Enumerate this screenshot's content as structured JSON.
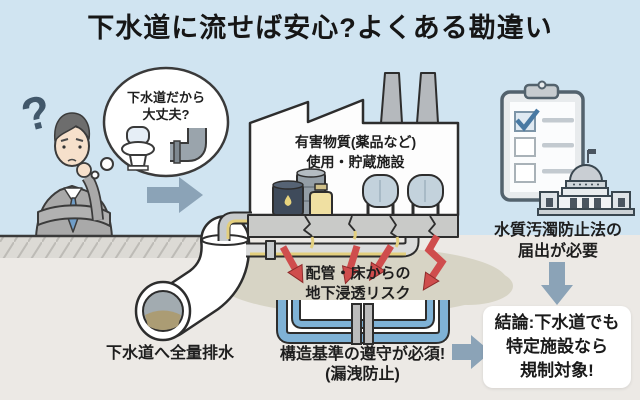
{
  "title": "下水道に流せば安心?よくある勘違い",
  "question_mark": "?",
  "thought_bubble": {
    "line1": "下水道だから",
    "line2": "大丈夫?"
  },
  "factory_label": {
    "line1": "有害物質(薬品など)",
    "line2": "使用・貯蔵施設"
  },
  "permit_note": {
    "line1": "水質汚濁防止法の",
    "line2": "届出が必要"
  },
  "seepage_risk": {
    "line1": "配管・床からの",
    "line2": "地下浸透リスク"
  },
  "structure_note": {
    "line1": "構造基準の遵守が必須!",
    "line2": "(漏洩防止)"
  },
  "drain_label": "下水道へ全量排水",
  "conclusion": {
    "line1": "結論:下水道でも",
    "line2": "特定施設なら",
    "line3": "規制対象!"
  },
  "icons": [
    "question-mark-icon",
    "thought-bubble",
    "toilet-icon",
    "pipe-elbow-icon",
    "factory-icon",
    "chimney-icon",
    "oil-drum-icon",
    "chemical-jug-icon",
    "storage-tank-icon",
    "sewer-pipe-icon",
    "leak-arrow-icon",
    "containment-basin-icon",
    "clipboard-checklist-icon",
    "checkmark-icon",
    "government-building-icon",
    "arrow-right-icon",
    "arrow-down-icon"
  ],
  "colors": {
    "sky": "#d0e4f1",
    "ground": "#ece9e5",
    "title_text": "#161616",
    "arrow_gray": "#8ba3b7",
    "leak_red": "#cf4d4d",
    "containment_blue": "#7fb2d6",
    "tank_gray": "#c3d2dc",
    "drum_navy": "#3f4b5b",
    "jug_yellow": "#f0e0a2",
    "leak_yellow": "#e3cf7e",
    "check_blue": "#4879a3",
    "suit_gray": "#a9a9a9",
    "tie_blue": "#6f9dc8",
    "stain": "#d7d4c5"
  }
}
